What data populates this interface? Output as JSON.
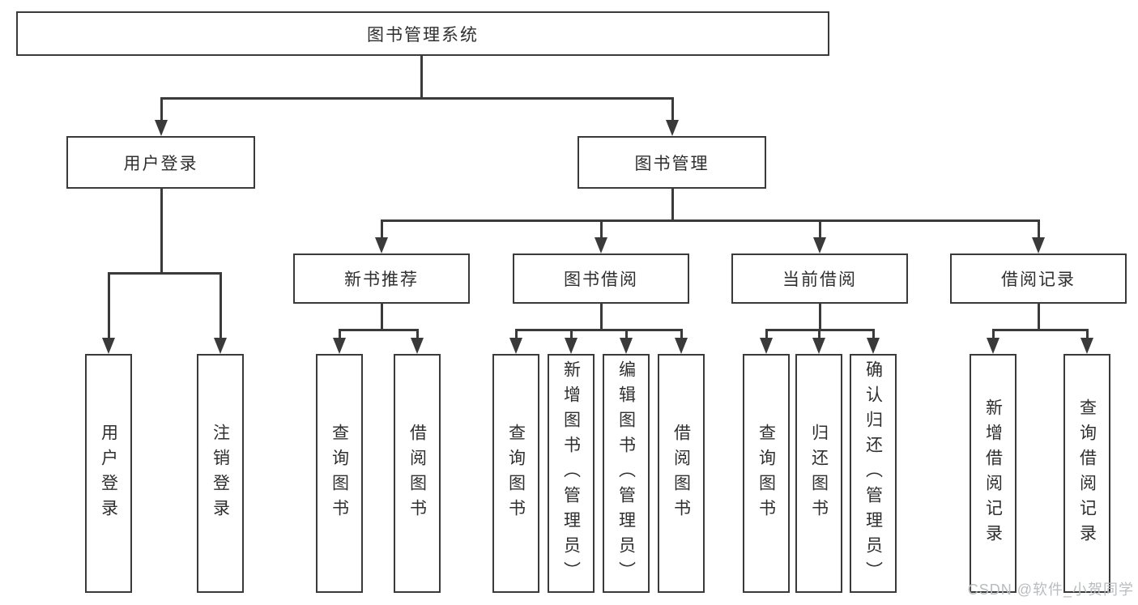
{
  "colors": {
    "line": "#3a3a3a",
    "text": "#2f2f2f",
    "box_bg": "#ffffff",
    "watermark": "#b9bcbe",
    "background": "#ffffff"
  },
  "tree": {
    "root": "图书管理系统",
    "branches": {
      "user_login": {
        "label": "用户登录",
        "children": [
          "用户登录",
          "注销登录"
        ]
      },
      "book_management": {
        "label": "图书管理",
        "children": {
          "new_book_recommend": {
            "label": "新书推荐",
            "children": [
              "查询图书",
              "借阅图书"
            ]
          },
          "book_borrow": {
            "label": "图书借阅",
            "children": [
              "查询图书",
              "新增图书（管理员）",
              "编辑图书（管理员）",
              "借阅图书"
            ]
          },
          "current_borrow": {
            "label": "当前借阅",
            "children": [
              "查询图书",
              "归还图书",
              "确认归还（管理员）"
            ]
          },
          "borrow_records": {
            "label": "借阅记录",
            "children": [
              "新增借阅记录",
              "查询借阅记录"
            ]
          }
        }
      }
    }
  },
  "watermark": "CSDN @软件_小贺同学"
}
